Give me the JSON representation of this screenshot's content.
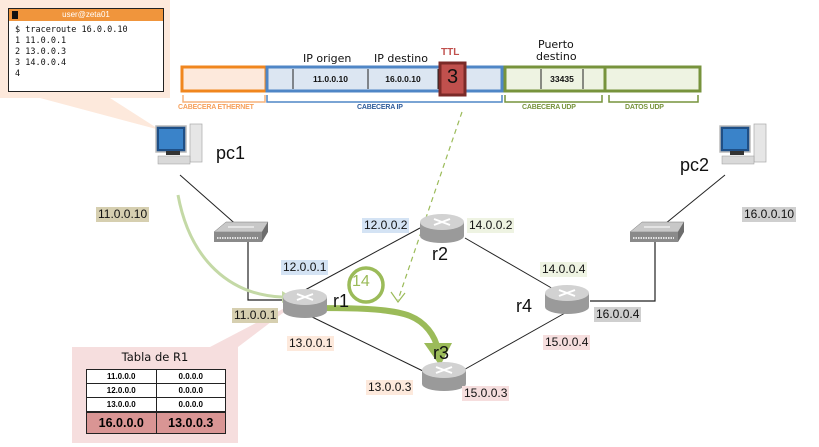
{
  "terminal": {
    "title": "user@zeta01",
    "lines": [
      "$ traceroute 16.0.0.10",
      "1 11.0.0.1",
      "2 13.0.0.3",
      "3 14.0.0.4",
      "4"
    ]
  },
  "packet": {
    "ip_src_label": "IP origen",
    "ip_dst_label": "IP destino",
    "ttl_label": "TTL",
    "dst_port_label_1": "Puerto",
    "dst_port_label_2": "destino",
    "ip_src": "11.0.0.10",
    "ip_dst": "16.0.0.10",
    "ttl": "3",
    "dst_port": "33435",
    "sections": {
      "ethernet": "CABECERA ETHERNET",
      "ip": "CABECERA IP",
      "udp": "CABECERA UDP",
      "udp_data": "DATOS UDP"
    },
    "colors": {
      "ethernet": "#f0861e",
      "ip": "#4f86c6",
      "udp": "#77933c",
      "ttl": "#c0504d"
    }
  },
  "nodes": {
    "pc1": "pc1",
    "pc2": "pc2",
    "r1": "r1",
    "r2": "r2",
    "r3": "r3",
    "r4": "r4"
  },
  "addresses": {
    "pc1": "11.0.0.10",
    "pc2": "16.0.0.10",
    "r1_a": "11.0.0.1",
    "r1_b": "12.0.0.1",
    "r1_c": "13.0.0.1",
    "r2_a": "12.0.0.2",
    "r2_b": "14.0.0.2",
    "r3_a": "13.0.0.3",
    "r3_b": "15.0.0.3",
    "r4_a": "14.0.0.4",
    "r4_b": "16.0.0.4",
    "r4_c": "15.0.0.4"
  },
  "ttl_after": "14",
  "routing_table": {
    "title": "Tabla de R1",
    "rows": [
      [
        "11.0.0.0",
        "0.0.0.0"
      ],
      [
        "12.0.0.0",
        "0.0.0.0"
      ],
      [
        "13.0.0.0",
        "0.0.0.0"
      ]
    ],
    "highlight": [
      "16.0.0.0",
      "13.0.0.3"
    ]
  }
}
